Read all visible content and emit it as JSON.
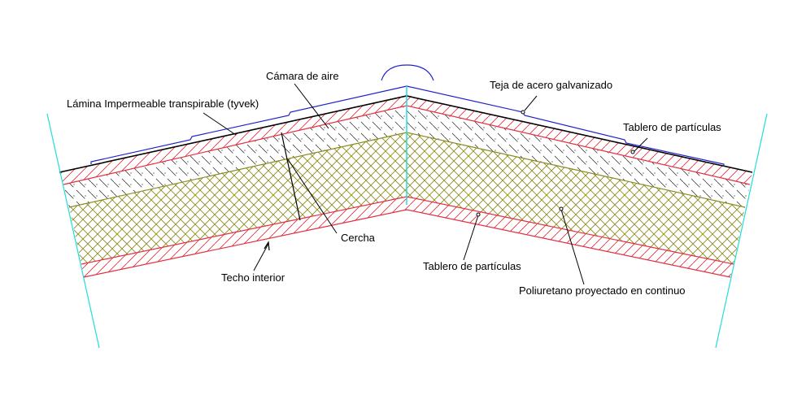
{
  "labels": {
    "camara": "Cámara de aire",
    "lamina": "Lámina Impermeable transpirable (tyvek)",
    "teja": "Teja de acero galvanizado",
    "tablero_sup": "Tablero de partículas",
    "cercha": "Cercha",
    "techo": "Techo interior",
    "tablero_inf": "Tablero de partículas",
    "poliuretano": "Poliuretano proyectado en continuo"
  },
  "colors": {
    "tile": "#2222cc",
    "board": "#e03040",
    "insulation": "#8a8a20",
    "axis": "#22dddd",
    "membrane": "#000000"
  }
}
